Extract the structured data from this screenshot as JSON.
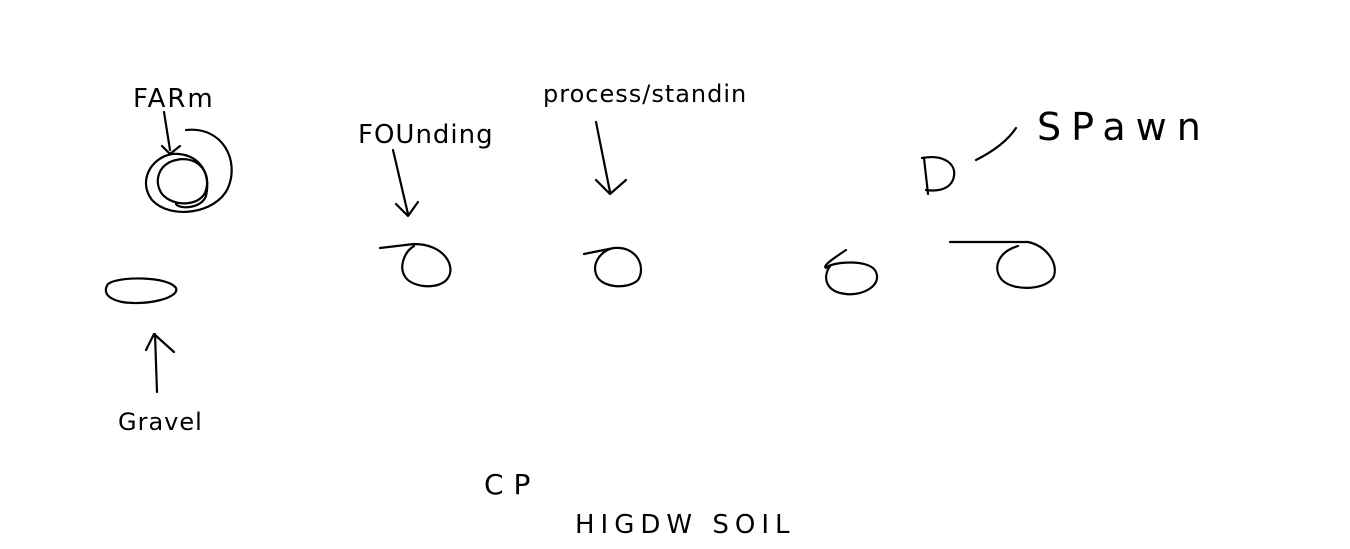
{
  "labels": {
    "farm": "FARm",
    "founding": "FOUnding",
    "process": "process/standin",
    "spawn": "SPawn",
    "gravel": "Gravel",
    "cp": "CP",
    "soil": "HIGDW SOIL"
  },
  "colors": {
    "ink": "#000000",
    "background": "#ffffff"
  }
}
